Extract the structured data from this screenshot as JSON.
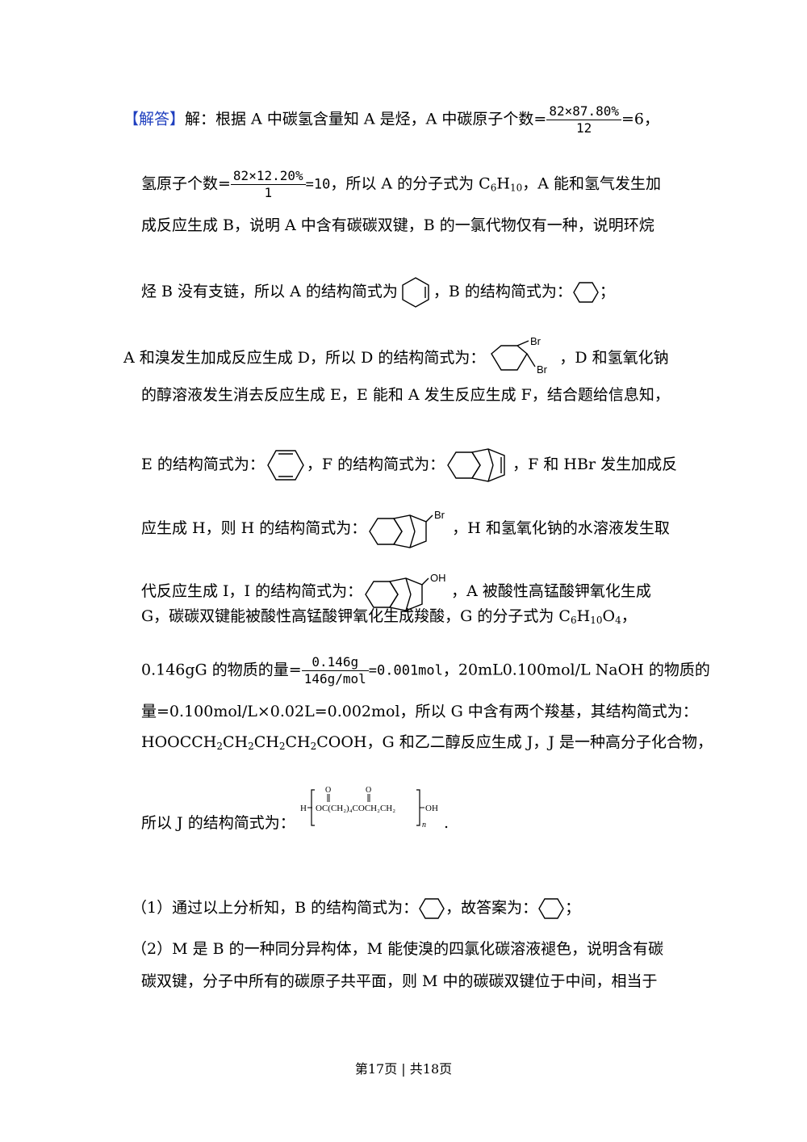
{
  "para1": {
    "bracket": "【解答】",
    "t1": "解：根据 A 中碳氢含量知 A 是烃，A 中碳原子个数=",
    "f1_num": "82×87.80%",
    "f1_den": "12",
    "t2": "=6，"
  },
  "para2": {
    "t1": "氢原子个数=",
    "f2_num": "82×12.20%",
    "f2_den": "1",
    "t2": "=10",
    "t3": "，所以 A 的分子式为 C",
    "sub1": "6",
    "t4": "H",
    "sub2": "10",
    "t5": "，A 能和氢气发生加"
  },
  "line3": "成反应生成 B，说明 A 中含有碳碳双键，B 的一氯代物仅有一种，说明环烷",
  "line4": {
    "t1": "烃 B 没有支链，所以 A 的结构简式为",
    "t2": "，B 的结构简式为：",
    "t3": "；"
  },
  "line5": {
    "t1": "A 和溴发生加成反应生成 D，所以 D 的结构简式为：",
    "br1": "Br",
    "br2": "Br",
    "t2": "，D 和氢氧化钠"
  },
  "line6": "的醇溶液发生消去反应生成 E，E 能和 A 发生反应生成 F，结合题给信息知，",
  "line7": {
    "t1": "E 的结构简式为：",
    "t2": "，F 的结构简式为：",
    "t3": "，F 和 HBr 发生加成反"
  },
  "line8": {
    "t1": "应生成 H，则 H 的结构简式为：",
    "br": "Br",
    "t2": "，H 和氢氧化钠的水溶液发生取"
  },
  "line9": {
    "t1": "代反应生成 I，I 的结构简式为：",
    "oh": "OH",
    "t2": "，A 被酸性高锰酸钾氧化生成"
  },
  "line10": {
    "t1": "G，碳碳双键能被酸性高锰酸钾氧化生成羧酸，G 的分子式为 C",
    "s1": "6",
    "t2": "H",
    "s2": "10",
    "t3": "O",
    "s3": "4",
    "t4": "，"
  },
  "line11": {
    "t1": "0.146gG 的物质的量=",
    "f_num": "0.146g",
    "f_den": "146g/mol",
    "t2": "=0.001mol",
    "t3": "，20mL0.100mol/L NaOH 的物质的"
  },
  "line12": "量=0.100mol/L×0.02L=0.002mol，所以 G 中含有两个羧基，其结构简式为：",
  "line13": {
    "t1": "HOOCCH",
    "s1": "2",
    "t2": "CH",
    "s2": "2",
    "t3": "CH",
    "s3": "2",
    "t4": "CH",
    "s4": "2",
    "t5": "COOH，G 和乙二醇反应生成 J，J 是一种高分子化合物，"
  },
  "line14": {
    "t1": "所以 J 的结构简式为：",
    "polymer": "H-[OC(CH₂)₄COCH₂CH₂]ₙ-OH",
    "p_h": "H",
    "p_o1": "O",
    "p_o2": "O",
    "p_main": "OC(CH₂)₄COCH₂CH₂",
    "p_oh": "OH",
    "p_n": "n",
    "t2": "."
  },
  "line15": {
    "t1": "（1）通过以上分析知，B 的结构简式为：",
    "t2": "，故答案为：",
    "t3": "；"
  },
  "line16": "（2）M 是 B 的一种同分异构体，M 能使溴的四氯化碳溶液褪色，说明含有碳",
  "line17": "碳双键，分子中所有的碳原子共平面，则 M 中的碳碳双键位于中间，相当于",
  "footer": "第17页 | 共18页",
  "colors": {
    "accent": "#1f3fbf"
  }
}
